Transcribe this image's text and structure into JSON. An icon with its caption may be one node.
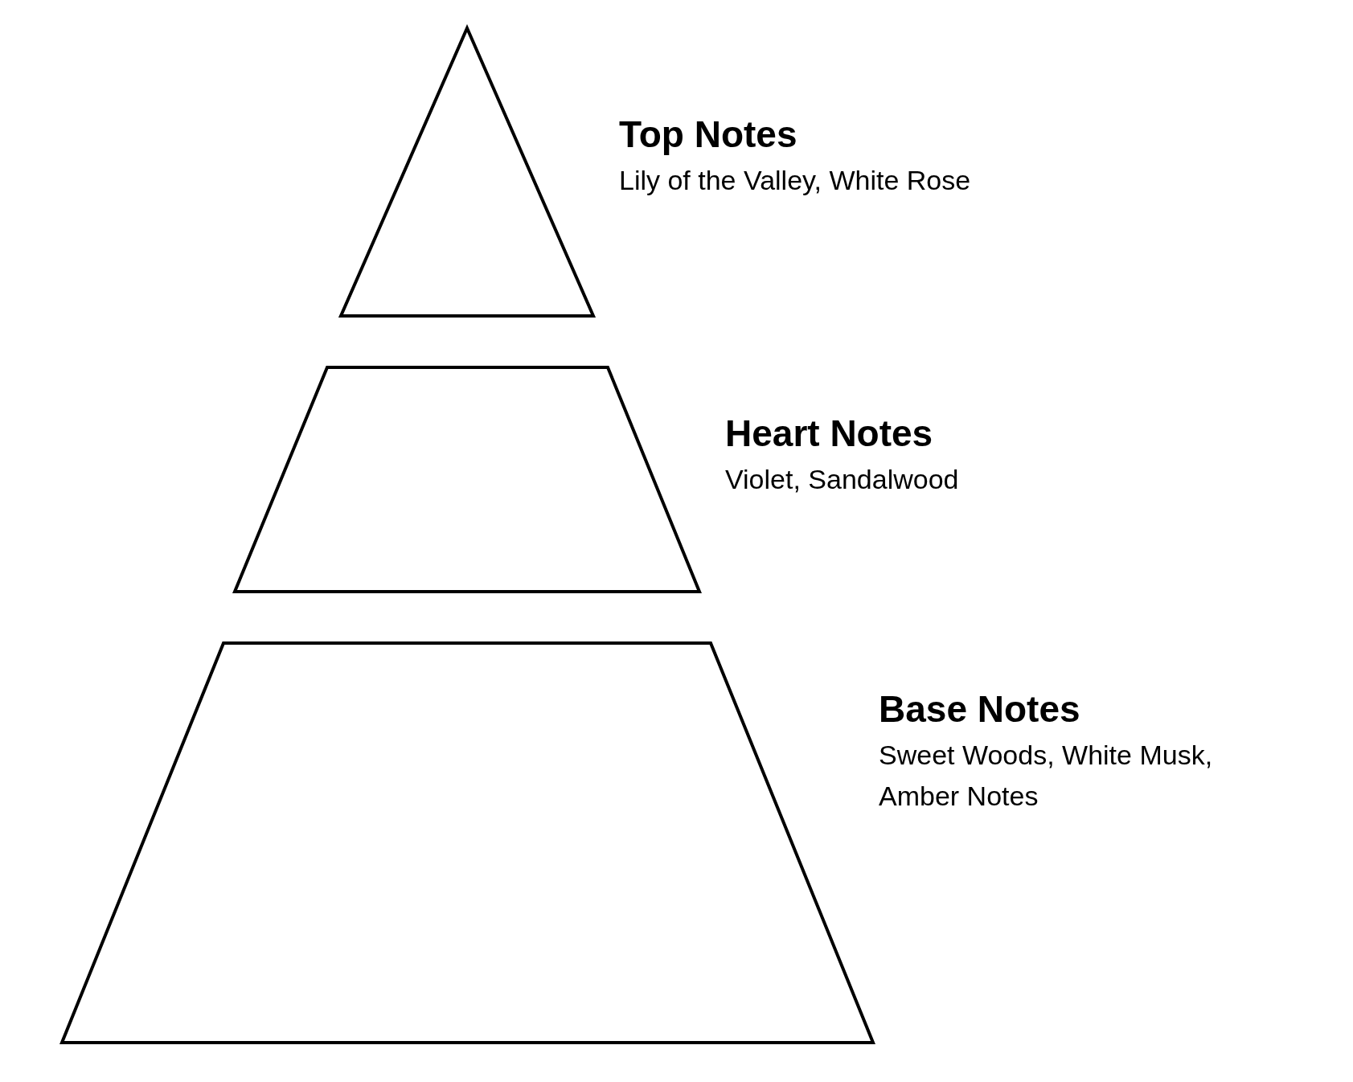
{
  "diagram": {
    "nodes": [
      {
        "text": [
          "Top Notes",
          "Lily of the Valley, White Rose"
        ]
      },
      {
        "text": [
          "Heart Notes",
          "Violet, Sandalwood"
        ]
      },
      {
        "text": [
          "Base Notes",
          "Sweet Woods, White Musk, Amber Notes"
        ]
      }
    ]
  }
}
